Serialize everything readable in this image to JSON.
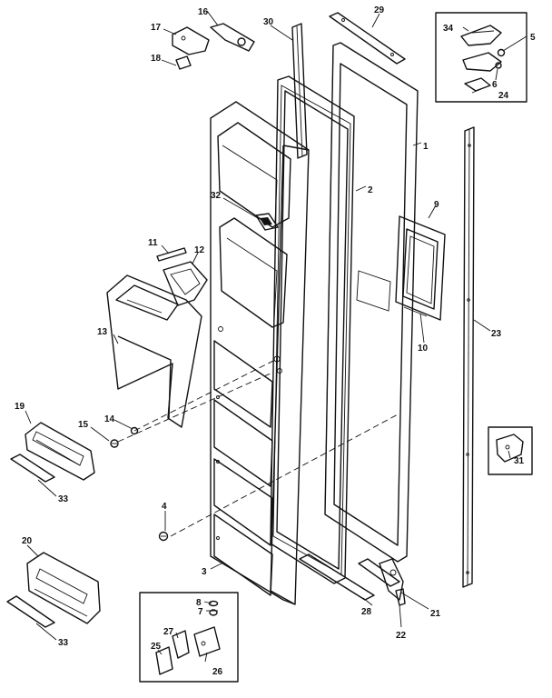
{
  "callouts": {
    "c1": "1",
    "c2": "2",
    "c3": "3",
    "c4": "4",
    "c5": "5",
    "c6": "6",
    "c7": "7",
    "c8": "8",
    "c9": "9",
    "c10": "10",
    "c11": "11",
    "c12": "12",
    "c13": "13",
    "c14": "14",
    "c15": "15",
    "c16": "16",
    "c17": "17",
    "c18": "18",
    "c19": "19",
    "c20": "20",
    "c21": "21",
    "c22": "22",
    "c23": "23",
    "c24": "24",
    "c25": "25",
    "c26": "26",
    "c27": "27",
    "c28": "28",
    "c29": "29",
    "c30": "30",
    "c31": "31",
    "c32": "32",
    "c33a": "33",
    "c33b": "33",
    "c34": "34"
  }
}
